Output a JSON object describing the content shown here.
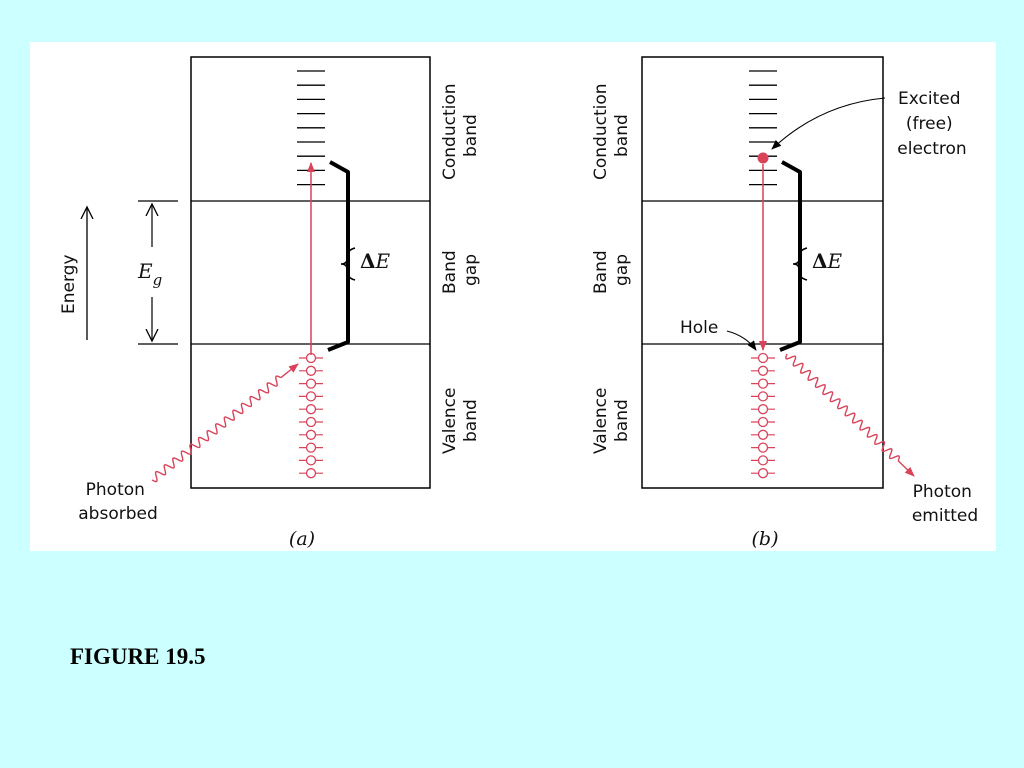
{
  "caption": "FIGURE 19.5",
  "left": {
    "energy_label": "Energy",
    "eg_main": "E",
    "eg_sub": "g",
    "delta_symbol": "Δ",
    "delta_var": "E",
    "band_conduction": [
      "Conduction",
      "band"
    ],
    "band_gap": [
      "Band",
      "gap"
    ],
    "band_valence": [
      "Valence",
      "band"
    ],
    "photon_label": [
      "Photon",
      "absorbed"
    ],
    "panel_label": "(a)"
  },
  "right": {
    "delta_symbol": "Δ",
    "delta_var": "E",
    "band_conduction": [
      "Conduction",
      "band"
    ],
    "band_gap": [
      "Band",
      "gap"
    ],
    "band_valence": [
      "Valence",
      "band"
    ],
    "excited_label": [
      "Excited",
      "(free)",
      "electron"
    ],
    "hole_label": "Hole",
    "photon_label": [
      "Photon",
      "emitted"
    ],
    "panel_label": "(b)"
  },
  "colors": {
    "background": "#ccffff",
    "panel": "#ffffff",
    "accent": "#d9435a",
    "line": "#000000"
  }
}
